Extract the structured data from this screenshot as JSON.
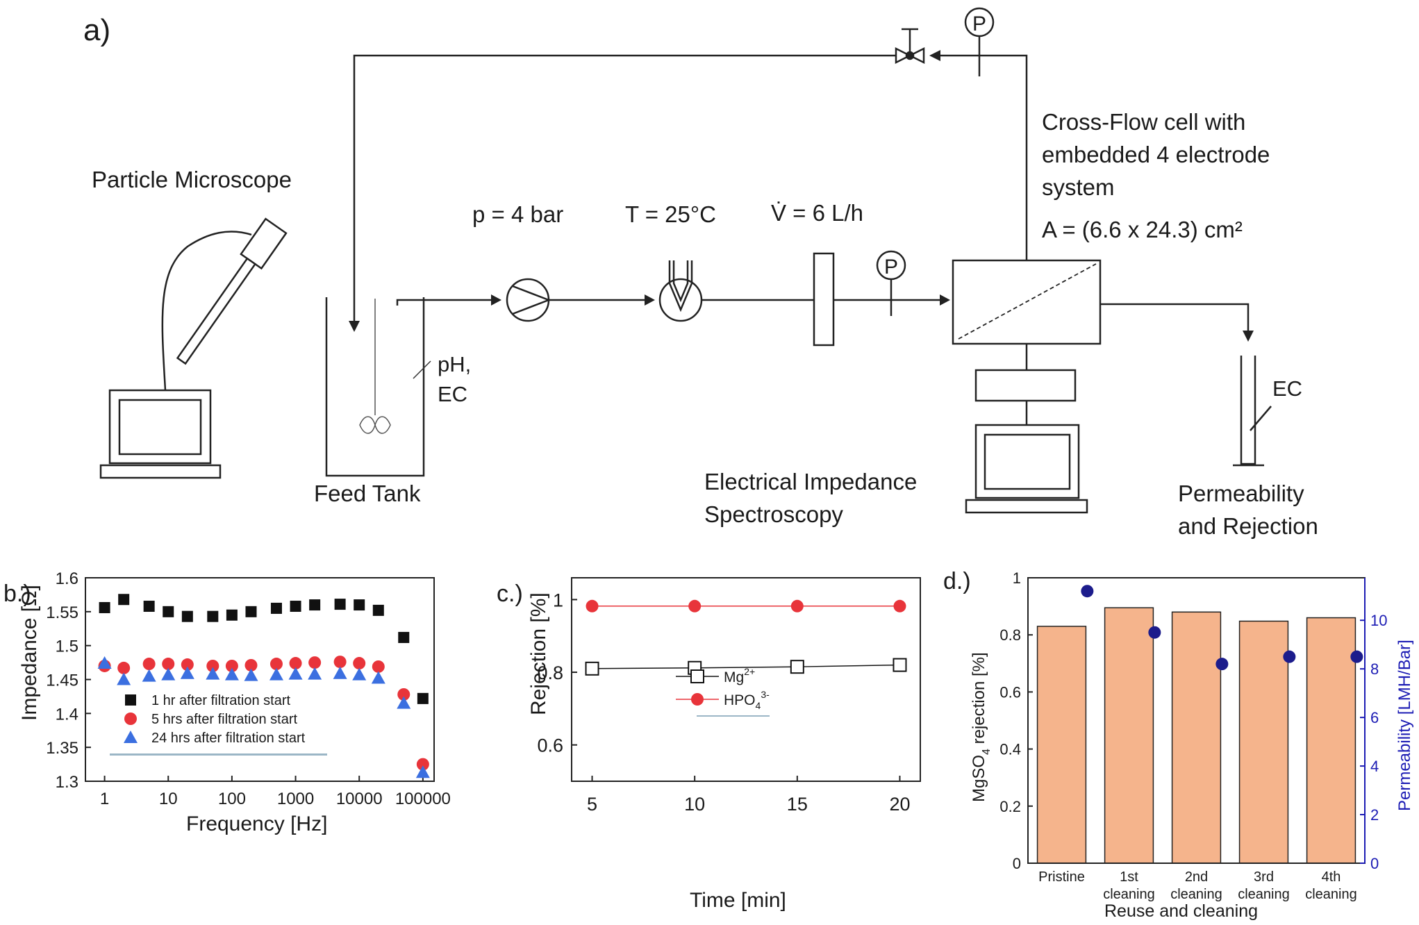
{
  "panel_a": {
    "label": "a)",
    "microscope_label": "Particle Microscope",
    "feed_tank_label": "Feed Tank",
    "probe_label_1": "pH,",
    "probe_label_2": "EC",
    "pressure_label": "p = 4 bar",
    "temperature_label": "T = 25°C",
    "flow_label": "V̇ = 6 L/h",
    "gauge_symbol": "P",
    "cell_label_1": "Cross-Flow cell with",
    "cell_label_2": "embedded 4 electrode",
    "cell_label_3": "system",
    "area_label": "A = (6.6 x 24.3) cm²",
    "eis_label_1": "Electrical Impedance",
    "eis_label_2": "Spectroscopy",
    "ec_label": "EC",
    "perm_label_1": "Permeability",
    "perm_label_2": "and Rejection"
  },
  "colors": {
    "black": "#111111",
    "red": "#e8343a",
    "blue": "#3b6fe0",
    "bar": "#f5b48c",
    "navy": "#1c1c8c",
    "axis_blue": "#1c1cb4"
  },
  "chart_data": [
    {
      "panel": "b.)",
      "type": "scatter",
      "xscale": "log",
      "xlabel": "Frequency [Hz]",
      "ylabel": "Impedance [Ω]",
      "ylim": [
        1.3,
        1.6
      ],
      "xlim": [
        0.5,
        150000
      ],
      "xticks": [
        "1",
        "10",
        "100",
        "1000",
        "10000",
        "100000"
      ],
      "yticks": [
        "1.3",
        "1.35",
        "1.4",
        "1.45",
        "1.5",
        "1.55",
        "1.6"
      ],
      "x": [
        1,
        2,
        5,
        10,
        20,
        50,
        100,
        200,
        500,
        1000,
        2000,
        5000,
        10000,
        20000,
        50000,
        100000
      ],
      "series": [
        {
          "name": "1 hr after filtration start",
          "marker": "square",
          "color": "#111111",
          "values": [
            1.556,
            1.568,
            1.558,
            1.55,
            1.543,
            1.543,
            1.545,
            1.55,
            1.555,
            1.558,
            1.56,
            1.561,
            1.56,
            1.552,
            1.512,
            1.422
          ]
        },
        {
          "name": "5 hrs after filtration start",
          "marker": "circle",
          "color": "#e8343a",
          "values": [
            1.47,
            1.467,
            1.473,
            1.473,
            1.472,
            1.47,
            1.47,
            1.471,
            1.473,
            1.474,
            1.475,
            1.476,
            1.474,
            1.469,
            1.428,
            1.325
          ]
        },
        {
          "name": "24 hrs after filtration start",
          "marker": "triangle",
          "color": "#3b6fe0",
          "values": [
            1.474,
            1.45,
            1.455,
            1.457,
            1.459,
            1.458,
            1.457,
            1.456,
            1.457,
            1.458,
            1.458,
            1.459,
            1.457,
            1.452,
            1.415,
            1.313
          ]
        }
      ]
    },
    {
      "panel": "c.)",
      "type": "line",
      "xlabel": "Time [min]",
      "ylabel": "Rejection [%]",
      "xlim": [
        4,
        21
      ],
      "ylim": [
        0.5,
        1.06
      ],
      "xticks": [
        "5",
        "10",
        "15",
        "20"
      ],
      "yticks": [
        "0.6",
        "0.8",
        "1"
      ],
      "x": [
        5,
        10,
        15,
        20
      ],
      "series": [
        {
          "name": "Mg",
          "sup": "2+",
          "marker": "open-square",
          "color": "#111111",
          "values": [
            0.81,
            0.812,
            0.815,
            0.82
          ]
        },
        {
          "name": "HPO",
          "sub": "4",
          "sup": "3-",
          "marker": "circle",
          "color": "#e8343a",
          "values": [
            0.982,
            0.982,
            0.982,
            0.982
          ]
        }
      ]
    },
    {
      "panel": "d.)",
      "type": "bar",
      "xlabel": "Reuse and cleaning",
      "ylabel_main": "MgSO",
      "ylabel_sub": "4",
      "ylabel_tail": " rejection [%]",
      "ylabel_right": "Permeability [LMH/Bar]",
      "categories": [
        {
          "line1": "Pristine",
          "line2": ""
        },
        {
          "line1": "1st",
          "line2": "cleaning"
        },
        {
          "line1": "2nd",
          "line2": "cleaning"
        },
        {
          "line1": "3rd",
          "line2": "cleaning"
        },
        {
          "line1": "4th",
          "line2": "cleaning"
        }
      ],
      "ylim": [
        0,
        1
      ],
      "y2lim": [
        0,
        11.75
      ],
      "yticks": [
        "0",
        "0.2",
        "0.4",
        "0.6",
        "0.8",
        "1"
      ],
      "y2ticks": [
        "0",
        "2",
        "4",
        "6",
        "8",
        "10"
      ],
      "rejection": [
        0.83,
        0.895,
        0.88,
        0.848,
        0.86
      ],
      "permeability": [
        11.2,
        9.5,
        8.2,
        8.5,
        8.5
      ]
    }
  ]
}
